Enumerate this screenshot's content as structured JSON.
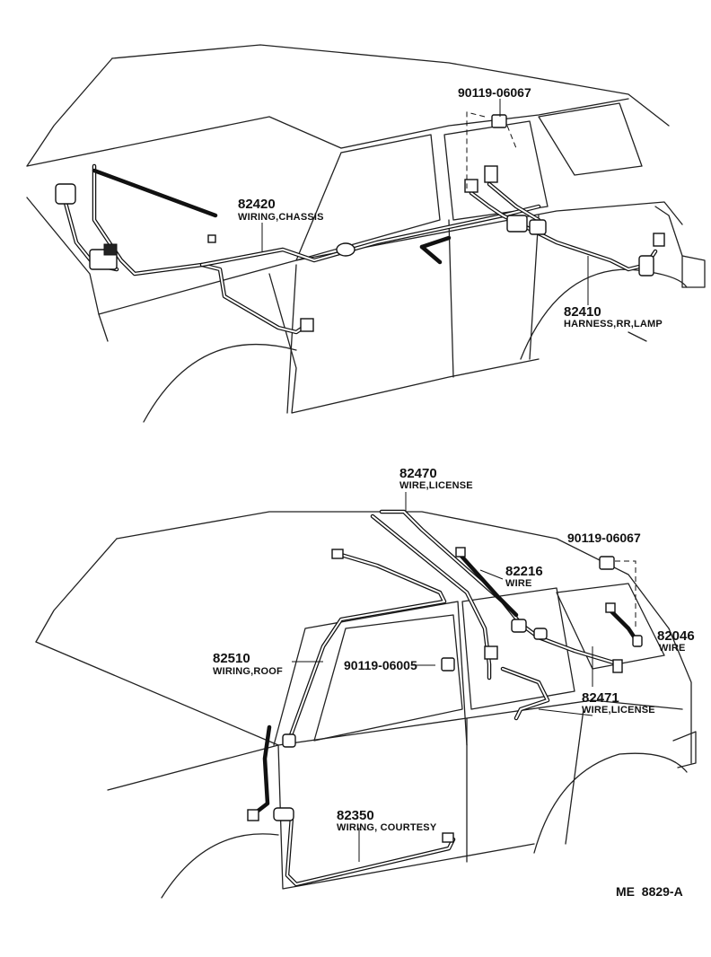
{
  "top_view": {
    "callouts": [
      {
        "number": "90119-06067",
        "name": ""
      },
      {
        "number": "82420",
        "name": "WIRING,CHASSIS"
      },
      {
        "number": "82410",
        "name": "HARNESS,RR,LAMP"
      }
    ]
  },
  "bottom_view": {
    "callouts": [
      {
        "number": "82470",
        "name": "WIRE,LICENSE"
      },
      {
        "number": "90119-06067",
        "name": ""
      },
      {
        "number": "82216",
        "name": "WIRE"
      },
      {
        "number": "82046",
        "name": "WIRE"
      },
      {
        "number": "82510",
        "name": "WIRING,ROOF"
      },
      {
        "number": "90119-06005",
        "name": ""
      },
      {
        "number": "82471",
        "name": "WIRE,LICENSE"
      },
      {
        "number": "82350",
        "name": "WIRING, COURTESY"
      }
    ]
  },
  "footer": {
    "code": "ME  8829-A"
  }
}
